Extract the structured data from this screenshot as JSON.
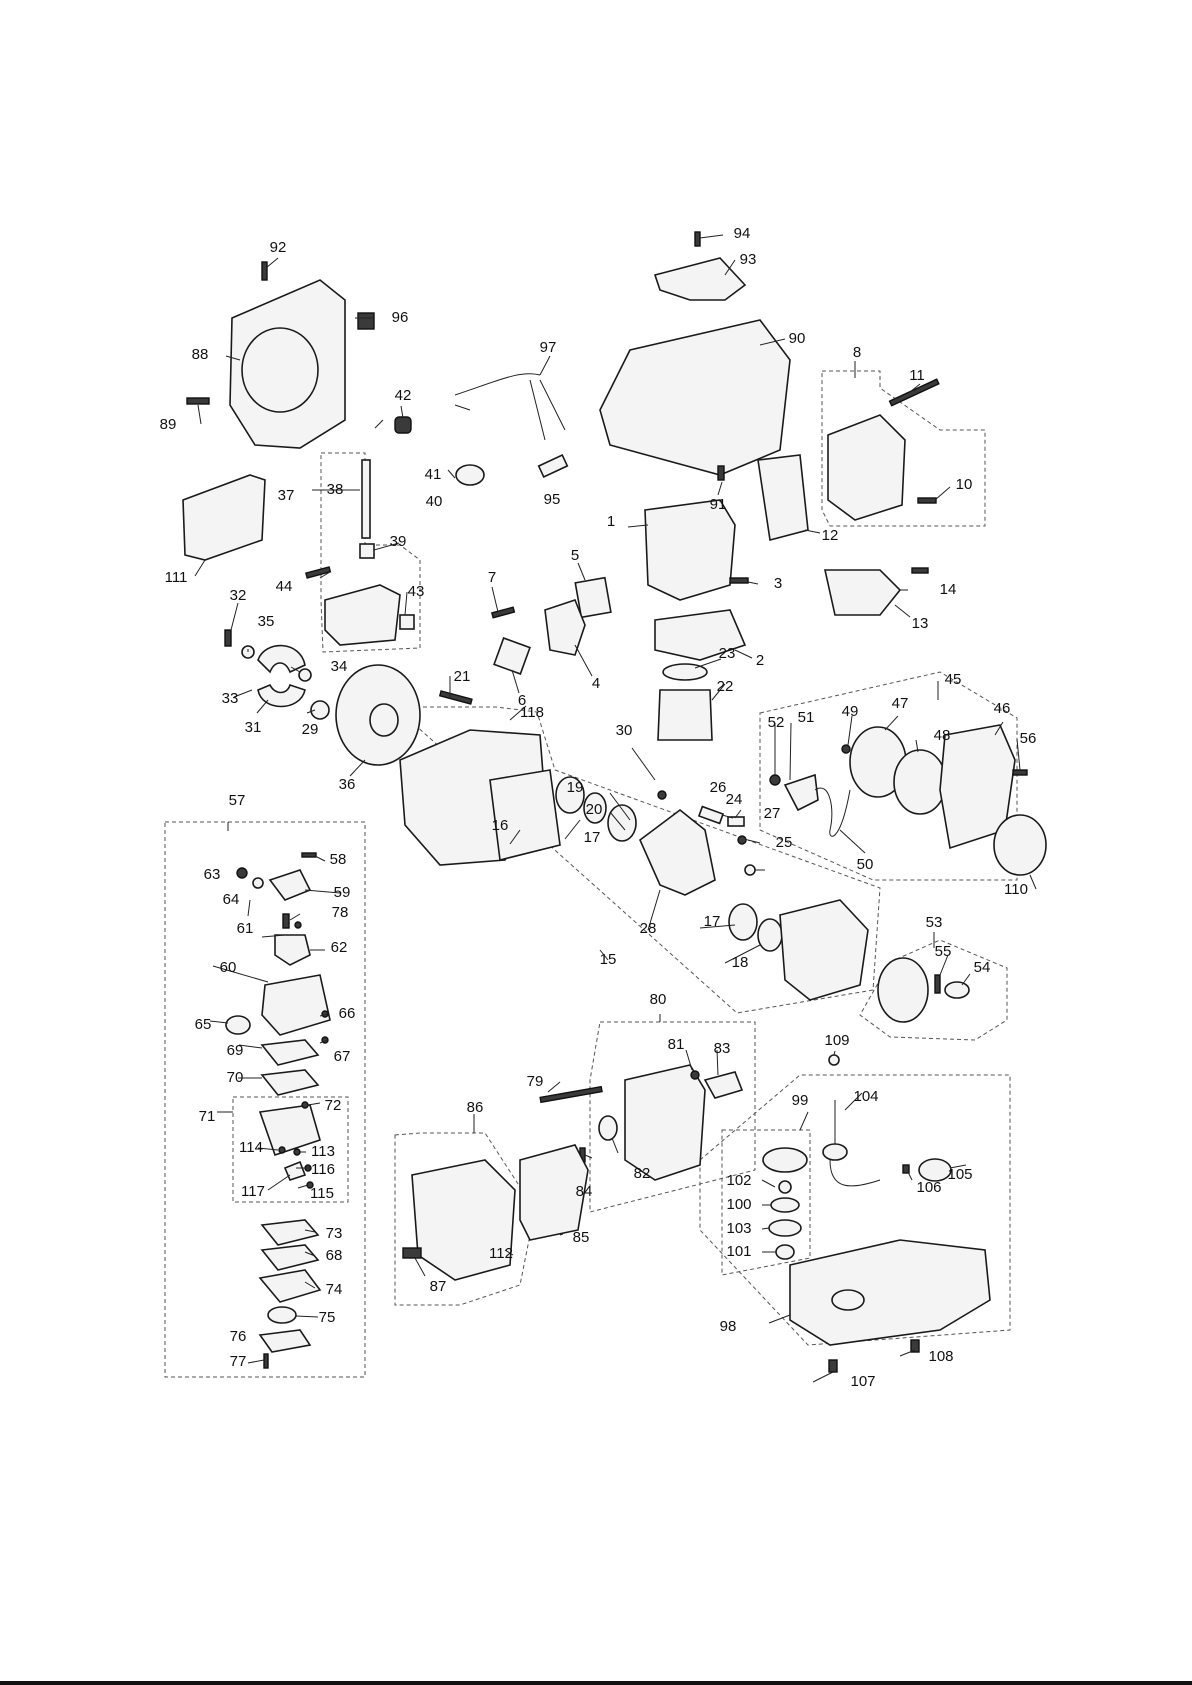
{
  "labels": {
    "p1": "1",
    "p2": "2",
    "p3": "3",
    "p4": "4",
    "p5": "5",
    "p6": "6",
    "p7": "7",
    "p8": "8",
    "p10": "10",
    "p11": "11",
    "p12": "12",
    "p13": "13",
    "p14": "14",
    "p15": "15",
    "p16": "16",
    "p17a": "17",
    "p17b": "17",
    "p18": "18",
    "p19": "19",
    "p20": "20",
    "p21": "21",
    "p22": "22",
    "p23": "23",
    "p24": "24",
    "p25": "25",
    "p26": "26",
    "p27": "27",
    "p28": "28",
    "p29": "29",
    "p30": "30",
    "p31": "31",
    "p32": "32",
    "p33": "33",
    "p34": "34",
    "p35": "35",
    "p36": "36",
    "p37": "37",
    "p38": "38",
    "p39": "39",
    "p40": "40",
    "p41": "41",
    "p42": "42",
    "p43": "43",
    "p44": "44",
    "p45": "45",
    "p46": "46",
    "p47": "47",
    "p48": "48",
    "p49": "49",
    "p50": "50",
    "p51": "51",
    "p52": "52",
    "p53": "53",
    "p54": "54",
    "p55": "55",
    "p56": "56",
    "p57": "57",
    "p58": "58",
    "p59": "59",
    "p60": "60",
    "p61": "61",
    "p62": "62",
    "p63": "63",
    "p64": "64",
    "p65": "65",
    "p66": "66",
    "p67": "67",
    "p68": "68",
    "p69": "69",
    "p70": "70",
    "p71": "71",
    "p72": "72",
    "p73": "73",
    "p74": "74",
    "p75": "75",
    "p76": "76",
    "p77": "77",
    "p78": "78",
    "p79": "79",
    "p80": "80",
    "p81": "81",
    "p82": "82",
    "p83": "83",
    "p84": "84",
    "p85": "85",
    "p86": "86",
    "p87": "87",
    "p88": "88",
    "p89": "89",
    "p90": "90",
    "p91": "91",
    "p92": "92",
    "p93": "93",
    "p94": "94",
    "p95": "95",
    "p96": "96",
    "p97": "97",
    "p98": "98",
    "p99": "99",
    "p100": "100",
    "p101": "101",
    "p102": "102",
    "p103": "103",
    "p104": "104",
    "p105": "105",
    "p106": "106",
    "p107": "107",
    "p108": "108",
    "p109": "109",
    "p110": "110",
    "p111": "111",
    "p112": "112",
    "p113": "113",
    "p114": "114",
    "p115": "115",
    "p116": "116",
    "p117": "117",
    "p118": "118"
  }
}
